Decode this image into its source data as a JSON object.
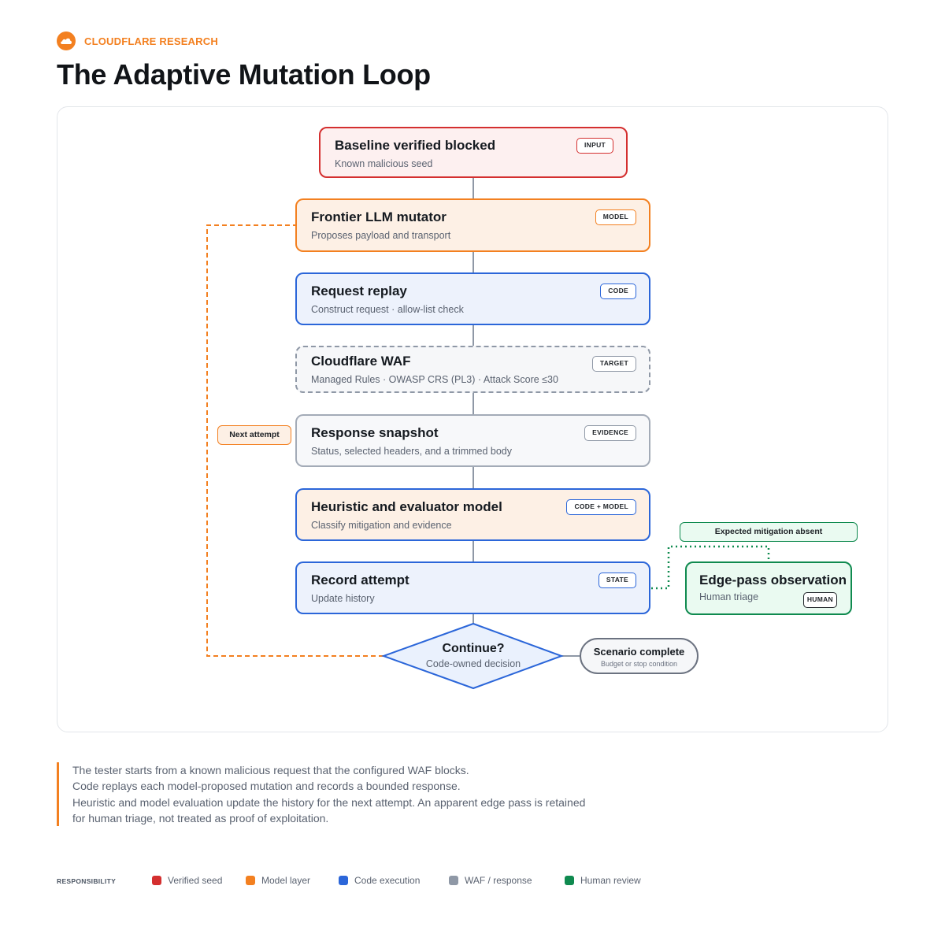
{
  "header": {
    "brand": "CLOUDFLARE RESEARCH",
    "title": "The Adaptive Mutation Loop"
  },
  "colors": {
    "accent": "#f38020",
    "seed": "#d42f2f",
    "model": "#f38020",
    "code": "#2b66d9",
    "waf": "#8f98a6",
    "human": "#0f8a4f"
  },
  "nodes": [
    {
      "title": "Baseline verified blocked",
      "subtitle": "Known malicious seed",
      "tag": "INPUT"
    },
    {
      "title": "Frontier LLM mutator",
      "subtitle": "Proposes payload and transport",
      "tag": "MODEL"
    },
    {
      "title": "Request replay",
      "subtitle": "Construct request · allow-list check",
      "tag": "CODE"
    },
    {
      "title": "Cloudflare WAF",
      "subtitle": "Managed Rules · OWASP CRS (PL3) · Attack Score ≤30",
      "tag": "TARGET"
    },
    {
      "title": "Response snapshot",
      "subtitle": "Status, selected headers, and a trimmed body",
      "tag": "EVIDENCE"
    },
    {
      "title": "Heuristic and evaluator model",
      "subtitle": "Classify mitigation and evidence",
      "tag": "CODE + MODEL"
    },
    {
      "title": "Record attempt",
      "subtitle": "Update history",
      "tag": "STATE"
    }
  ],
  "decision": {
    "title": "Continue?",
    "subtitle": "Code-owned decision"
  },
  "terminal": {
    "title": "Scenario complete",
    "subtitle": "Budget or stop condition"
  },
  "loop_label": "Next attempt",
  "side_branch": {
    "condition": "Expected mitigation absent",
    "title": "Edge-pass observation",
    "subtitle": "Human triage",
    "tag": "HUMAN"
  },
  "description": [
    "The tester starts from a known malicious request that the configured WAF blocks.",
    "Code replays each model-proposed mutation and records a bounded response.",
    "Heuristic and model evaluation update the history for the next attempt. An apparent edge pass is retained",
    "for human triage, not treated as proof of exploitation."
  ],
  "legend": {
    "heading": "RESPONSIBILITY",
    "items": [
      {
        "label": "Verified seed",
        "color": "#d42f2f"
      },
      {
        "label": "Model layer",
        "color": "#f38020"
      },
      {
        "label": "Code execution",
        "color": "#2b66d9"
      },
      {
        "label": "WAF / response",
        "color": "#8f98a6"
      },
      {
        "label": "Human review",
        "color": "#0f8a4f"
      }
    ]
  }
}
